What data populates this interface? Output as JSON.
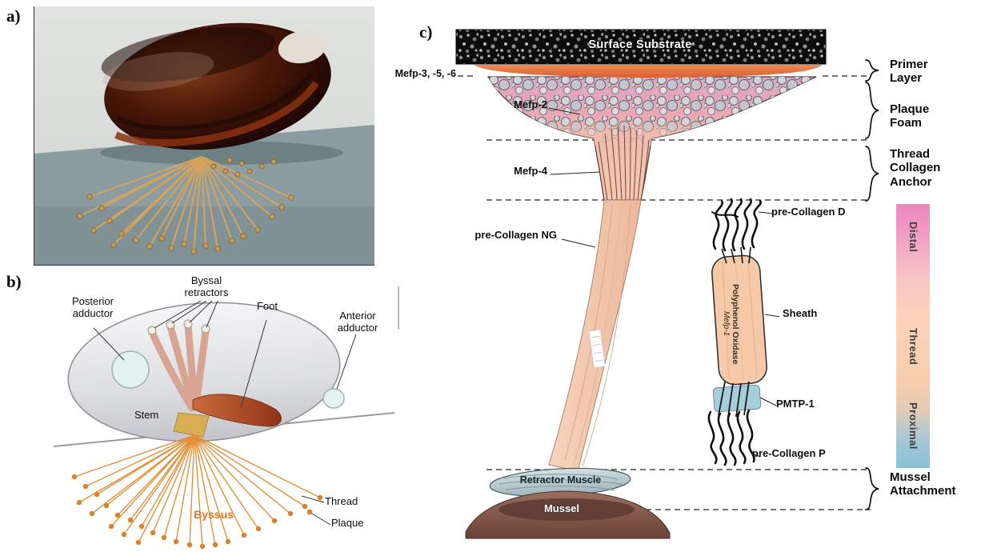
{
  "panels": {
    "a": {
      "label": "a)"
    },
    "b": {
      "label": "b)",
      "annotations": {
        "posterior_adductor": "Posterior\nadductor",
        "byssal_retractors": "Byssal\nretractors",
        "foot": "Foot",
        "anterior_adductor": "Anterior\nadductor",
        "stem": "Stem",
        "byssus": "Byssus",
        "thread": "Thread",
        "plaque": "Plaque"
      }
    },
    "c": {
      "label": "c)",
      "annotations": {
        "surface_substrate": "Surface Substrate",
        "mefp_356": "Mefp-3, -5, -6",
        "mefp_2": "Mefp-2",
        "mefp_4": "Mefp-4",
        "pre_collagen_ng": "pre-Collagen NG",
        "pre_collagen_d": "pre-Collagen D",
        "polyphenol_oxidase": "Polyphenol Oxidase",
        "mefp_1": "Mefp-1",
        "sheath": "Sheath",
        "pmtp_1": "PMTP-1",
        "pre_collagen_p": "pre-Collagen P",
        "retractor_muscle": "Retractor Muscle",
        "mussel": "Mussel"
      },
      "brackets": {
        "primer_layer": "Primer\nLayer",
        "plaque_foam": "Plaque\nFoam",
        "thread_collagen_anchor": "Thread\nCollagen\nAnchor",
        "mussel_attachment": "Mussel\nAttachment"
      },
      "gradient_bar": {
        "distal": "Distal",
        "thread": "Thread",
        "proximal": "Proximal"
      }
    }
  },
  "colors": {
    "substrate_black": "#0d0d0d",
    "primer_orange": "#ed7a4e",
    "plaque_foam_pink": "#eba8b4",
    "thread_peach": "#f2c0a6",
    "pmtp1_blue": "#a6cddc",
    "byssus_orange": "#e0913d",
    "distal_pink": "#ee86bc",
    "proximal_blue": "#8cc0d8"
  }
}
